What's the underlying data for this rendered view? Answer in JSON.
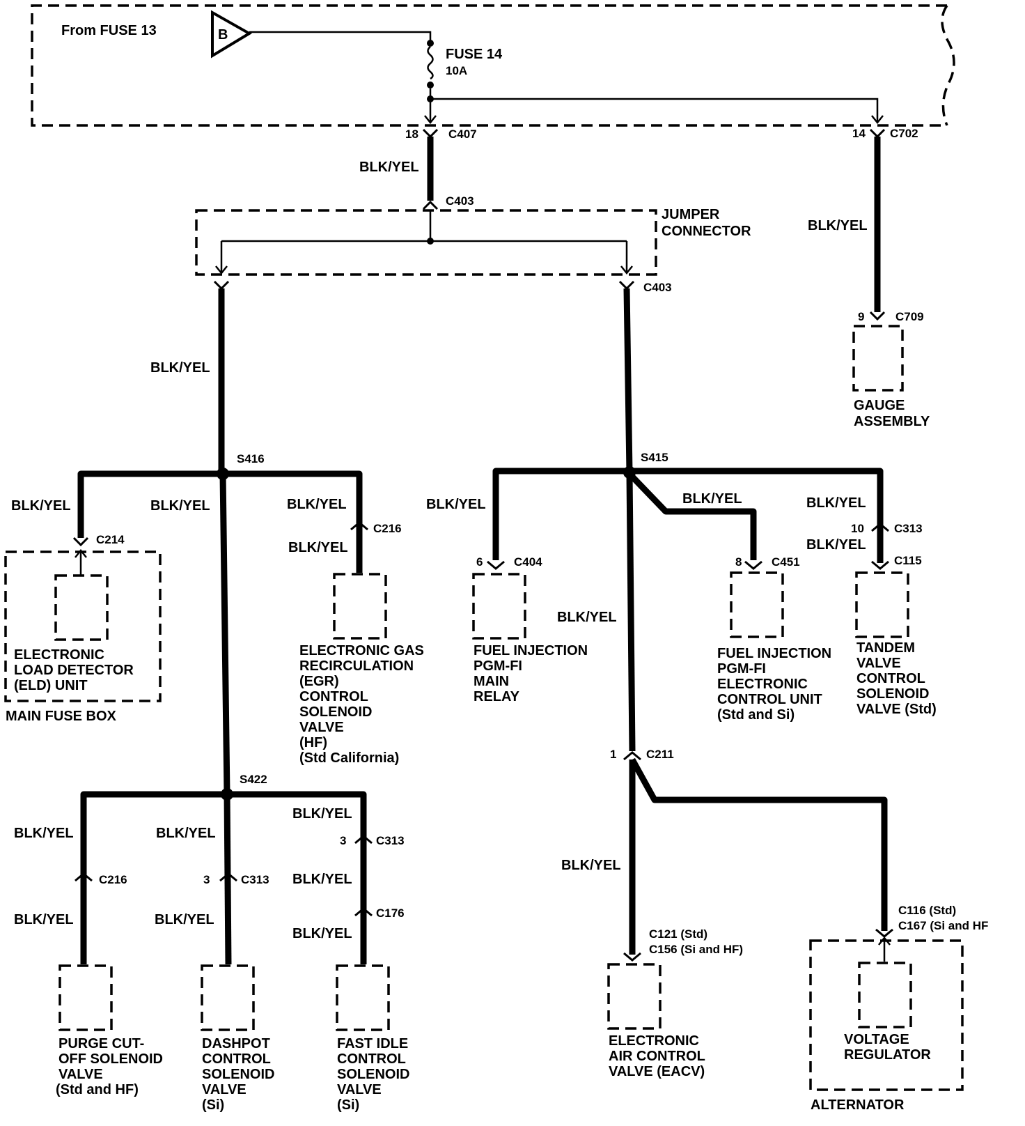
{
  "header": {
    "from_fuse": "From FUSE 13",
    "b_symbol": "B",
    "fuse_name": "FUSE 14",
    "fuse_rating": "10A"
  },
  "wire_color": "BLK/YEL",
  "connectors": {
    "c407": "C407",
    "c407_pin": "18",
    "c702": "C702",
    "c702_pin": "14",
    "c403_top": "C403",
    "c403_bottom": "C403",
    "c709": "C709",
    "c709_pin": "9",
    "c214": "C214",
    "c216_egr": "C216",
    "c404": "C404",
    "c404_pin": "6",
    "c451": "C451",
    "c451_pin": "8",
    "c313_tandem": "C313",
    "c313_tandem_pin": "10",
    "c115": "C115",
    "c211": "C211",
    "c211_pin": "1",
    "c216_purge": "C216",
    "c313_dashpot": "C313",
    "c313_dashpot_pin": "3",
    "c313_fastidle": "C313",
    "c313_fastidle_pin": "3",
    "c176": "C176",
    "c121": "C121 (Std)",
    "c156": "C156 (Si and HF)",
    "c116": "C116 (Std)",
    "c167": "C167 (Si and HF"
  },
  "splices": {
    "s416": "S416",
    "s415": "S415",
    "s422": "S422"
  },
  "jumper": {
    "line1": "JUMPER",
    "line2": "CONNECTOR"
  },
  "components": {
    "gauge": [
      "GAUGE",
      "ASSEMBLY"
    ],
    "eld": [
      "ELECTRONIC",
      "LOAD DETECTOR",
      "(ELD) UNIT"
    ],
    "main_fuse_box": "MAIN FUSE BOX",
    "egr": [
      "ELECTRONIC GAS",
      "RECIRCULATION",
      "(EGR)",
      "CONTROL",
      "SOLENOID",
      "VALVE",
      "(HF)",
      "(Std California)"
    ],
    "fi_relay": [
      "FUEL INJECTION",
      "PGM-FI",
      "MAIN",
      "RELAY"
    ],
    "fi_ecu": [
      "FUEL INJECTION",
      "PGM-FI",
      "ELECTRONIC",
      "CONTROL UNIT",
      "(Std and Si)"
    ],
    "tandem": [
      "TANDEM",
      "VALVE",
      "CONTROL",
      "SOLENOID",
      "VALVE (Std)"
    ],
    "purge": [
      "PURGE CUT-",
      "OFF SOLENOID",
      "VALVE",
      "(Std and HF)"
    ],
    "dashpot": [
      "DASHPOT",
      "CONTROL",
      "SOLENOID",
      "VALVE",
      "(Si)"
    ],
    "fast_idle": [
      "FAST IDLE",
      "CONTROL",
      "SOLENOID",
      "VALVE",
      "(Si)"
    ],
    "eacv": [
      "ELECTRONIC",
      "AIR CONTROL",
      "VALVE (EACV)"
    ],
    "voltage_regulator": [
      "VOLTAGE",
      "REGULATOR"
    ],
    "alternator": "ALTERNATOR"
  }
}
